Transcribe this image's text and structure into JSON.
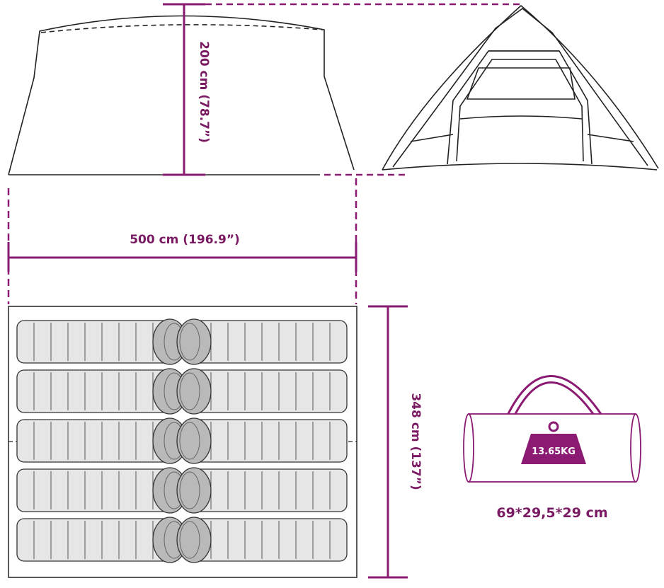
{
  "dimensions": {
    "height_label": "200 cm (78.7”)",
    "width_label": "500 cm (196.9”)",
    "depth_label": "348 cm (137”)"
  },
  "bag": {
    "weight_label": "13.65KG",
    "size_label": "69*29,5*29 cm"
  },
  "colors": {
    "accent": "#8a1a72",
    "outline": "#222222",
    "sleeping_bag_fill": "#e6e6e6",
    "sleeping_bag_hood": "#b9b9b9"
  },
  "floor_plan": {
    "rows": 5,
    "sleeping_bags_per_row": 2,
    "sleeping_bag_count": 10
  }
}
